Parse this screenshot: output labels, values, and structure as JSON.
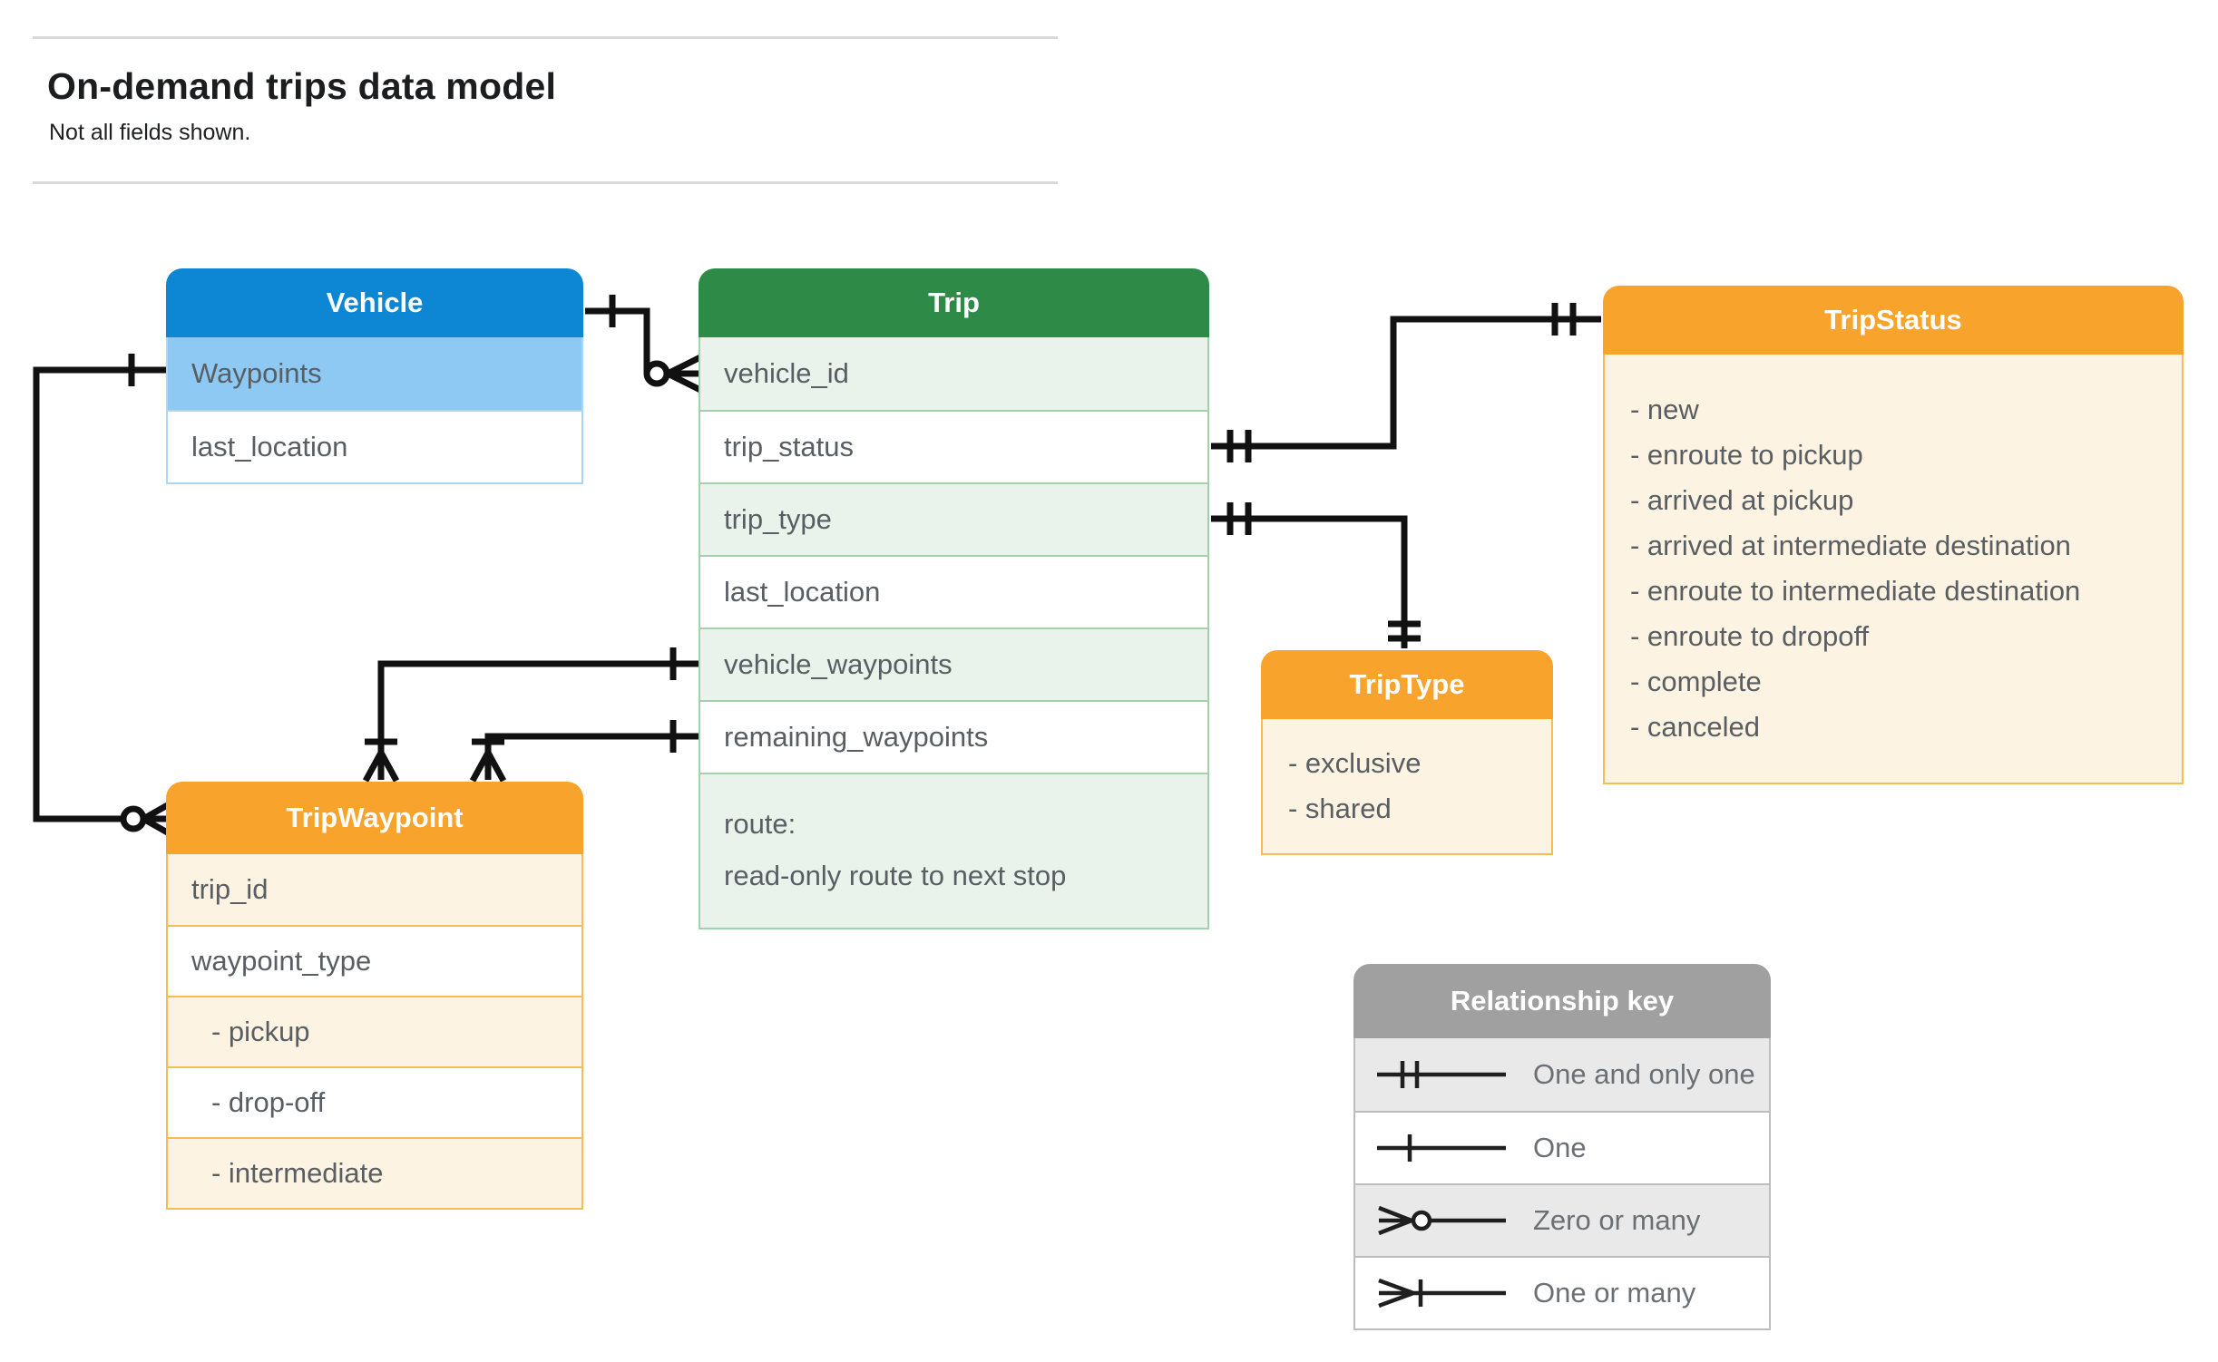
{
  "header": {
    "title": "On-demand trips data model",
    "subtitle": "Not all fields shown."
  },
  "entities": {
    "vehicle": {
      "title": "Vehicle",
      "fields": [
        "Waypoints",
        "last_location"
      ]
    },
    "trip": {
      "title": "Trip",
      "fields": [
        "vehicle_id",
        "trip_status",
        "trip_type",
        "last_location",
        "vehicle_waypoints",
        "remaining_waypoints"
      ],
      "route": {
        "line1": "route:",
        "line2": "read-only route to next stop"
      }
    },
    "tripStatus": {
      "title": "TripStatus",
      "values": [
        "- new",
        "- enroute to pickup",
        "- arrived at pickup",
        "- arrived at intermediate destination",
        "- enroute to intermediate destination",
        "- enroute to dropoff",
        "- complete",
        "- canceled"
      ]
    },
    "tripType": {
      "title": "TripType",
      "values": [
        "- exclusive",
        "- shared"
      ]
    },
    "tripWaypoint": {
      "title": "TripWaypoint",
      "fields": [
        "trip_id",
        "waypoint_type",
        "- pickup",
        "- drop-off",
        "- intermediate"
      ]
    }
  },
  "legend": {
    "title": "Relationship key",
    "items": [
      {
        "symbol": "one-and-only-one",
        "label": "One and only one"
      },
      {
        "symbol": "one",
        "label": "One"
      },
      {
        "symbol": "zero-or-many",
        "label": "Zero or many"
      },
      {
        "symbol": "one-or-many",
        "label": "One or many"
      }
    ]
  },
  "colors": {
    "vehicle_header": "#0d86d4",
    "vehicle_key_row": "#8dc9f2",
    "trip_header": "#2e8b47",
    "trip_alt_row": "#e9f3ec",
    "enum_header": "#f8a32b",
    "enum_body": "#fdf3e2",
    "legend_header": "#a0a0a0",
    "legend_alt_row": "#e9e9e9",
    "connector": "#111111"
  }
}
